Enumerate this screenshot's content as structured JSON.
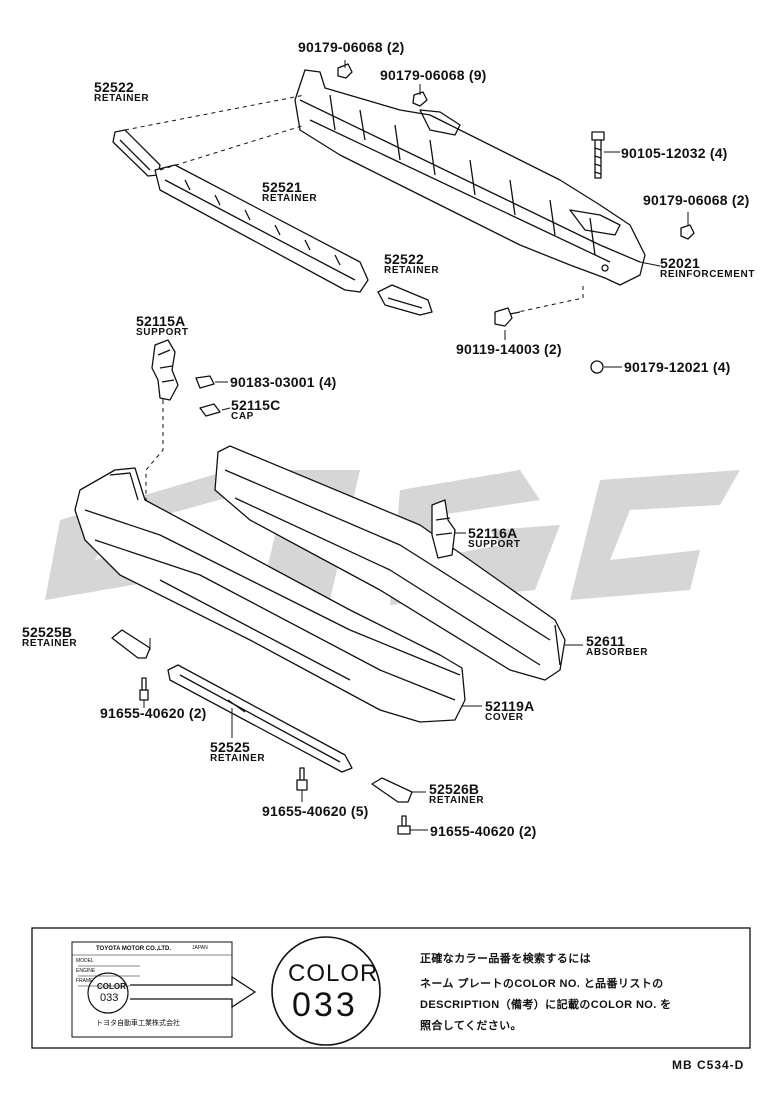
{
  "parts": {
    "p1": {
      "num": "90179-06068",
      "qty": "(2)"
    },
    "p2": {
      "num": "90179-06068",
      "qty": "(9)"
    },
    "p3": {
      "num": "52522",
      "name": "RETAINER"
    },
    "p4": {
      "num": "90105-12032",
      "qty": "(4)"
    },
    "p5": {
      "num": "52521",
      "name": "RETAINER"
    },
    "p6": {
      "num": "90179-06068",
      "qty": "(2)"
    },
    "p7": {
      "num": "52021",
      "name": "REINFORCEMENT"
    },
    "p8": {
      "num": "52522",
      "name": "RETAINER"
    },
    "p9": {
      "num": "52115A",
      "name": "SUPPORT"
    },
    "p10": {
      "num": "90119-14003",
      "qty": "(2)"
    },
    "p11": {
      "num": "90179-12021",
      "qty": "(4)"
    },
    "p12": {
      "num": "90183-03001",
      "qty": "(4)"
    },
    "p13": {
      "num": "52115C",
      "name": "CAP"
    },
    "p14": {
      "num": "52116A",
      "name": "SUPPORT"
    },
    "p15": {
      "num": "52525B",
      "name": "RETAINER"
    },
    "p16": {
      "num": "52611",
      "name": "ABSORBER"
    },
    "p17": {
      "num": "91655-40620",
      "qty": "(2)"
    },
    "p18": {
      "num": "52119A",
      "name": "COVER"
    },
    "p19": {
      "num": "52525",
      "name": "RETAINER"
    },
    "p20": {
      "num": "91655-40620",
      "qty": "(5)"
    },
    "p21": {
      "num": "52526B",
      "name": "RETAINER"
    },
    "p22": {
      "num": "91655-40620",
      "qty": "(2)"
    }
  },
  "color_box": {
    "plate_company": "TOYOTA MOTOR CO.,LTD.",
    "plate_country": "JAPAN",
    "plate_rows": [
      "MODEL",
      "ENGINE",
      "FRAME"
    ],
    "plate_color_label": "COLOR",
    "plate_color_value": "033",
    "plate_maker_jp": "トヨタ自動車工業株式会社",
    "big_color_label": "COLOR",
    "big_color_value": "033",
    "note_line1": "正確なカラー品番を検索するには",
    "note_line2": "ネーム プレートのCOLOR NO. と品番リストの",
    "note_line3": "DESCRIPTION（備考）に記載のCOLOR NO. を",
    "note_line4": "照合してください。"
  },
  "diagram_code": "MB C534-D",
  "colors": {
    "ink": "#111111",
    "watermark": "#d4d4d4"
  }
}
